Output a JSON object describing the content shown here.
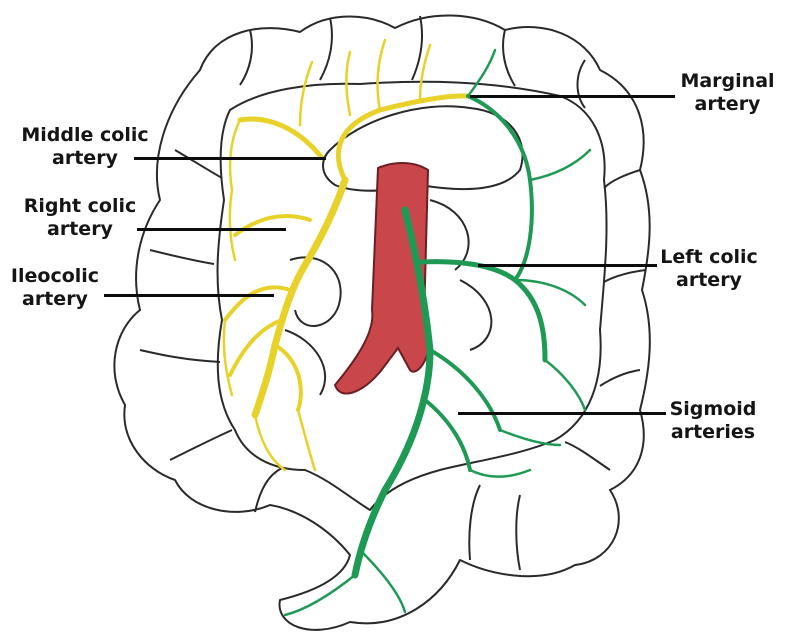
{
  "labels": {
    "middle_colic": {
      "line1": "Middle colic",
      "line2": "artery"
    },
    "right_colic": {
      "line1": "Right colic",
      "line2": "artery"
    },
    "ileocolic": {
      "line1": "Ileocolic",
      "line2": "artery"
    },
    "marginal": {
      "line1": "Marginal",
      "line2": "artery"
    },
    "left_colic": {
      "line1": "Left colic",
      "line2": "artery"
    },
    "sigmoid": {
      "line1": "Sigmoid",
      "line2": "arteries"
    }
  },
  "colors": {
    "superior_mesenteric_branches": "#e8d22a",
    "inferior_mesenteric_branches": "#1f9a55",
    "aorta": "#c9474a",
    "outline": "#2a2a2a",
    "leader_lines": "#0c0c0c"
  }
}
